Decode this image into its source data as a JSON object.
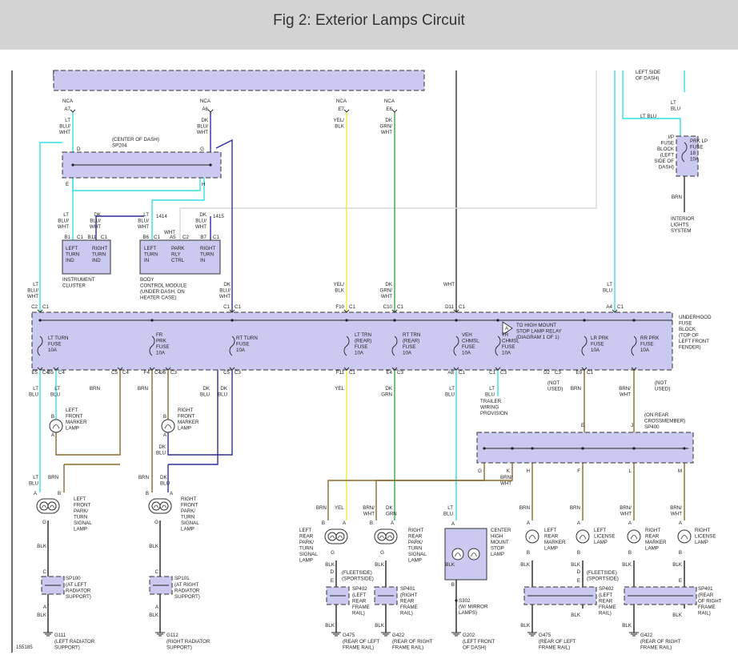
{
  "title": "Fig 2: Exterior Lamps Circuit",
  "colors": {
    "background": "#ffffff",
    "header_bg": "#d3d3d3",
    "component_fill": "#ccc9f0",
    "wire_lt_blu": "#33dfe3",
    "wire_dk_blu": "#2f2f9b",
    "wire_yel": "#eded3f",
    "wire_grn": "#3aa84a",
    "wire_brn": "#8a6a2d",
    "wire_wht": "#d8d8d8",
    "wire_blk": "#222222"
  },
  "figure_id": "155185",
  "top_connectors": [
    {
      "code": "NCA",
      "pin": "A7",
      "wire": [
        "LT",
        "BLU/",
        "WHT"
      ]
    },
    {
      "code": "NCA",
      "pin": "A6",
      "wire": [
        "DK",
        "BLU/",
        "WHT"
      ]
    },
    {
      "code": "NCA",
      "pin": "E7",
      "wire": [
        "YEL/",
        "BLK"
      ]
    },
    {
      "code": "NCA",
      "pin": "E6",
      "wire": [
        "DK",
        "GRN/",
        "WHT"
      ]
    }
  ],
  "splice_sp204": {
    "label": [
      "(CENTER OF DASH)",
      "SP204"
    ],
    "pins": [
      "D",
      "G",
      "E",
      "H"
    ]
  },
  "left_dash": {
    "label": [
      "LEFT SIDE",
      "OF DASH)"
    ],
    "wire": [
      "LT",
      "BLU"
    ],
    "wire2": "LT BLU"
  },
  "ip_fuse": {
    "label": [
      "I/P",
      "FUSE",
      "BLOCK",
      "(LEFT",
      "SIDE OF",
      "DASH)"
    ],
    "fuse": [
      "PRK LP",
      "FUSE",
      "18",
      "10A"
    ],
    "wire": "BRN",
    "dest": [
      "INTERIOR",
      "LIGHTS",
      "SYSTEM"
    ]
  },
  "instrument_cluster": {
    "wires": [
      [
        "LT",
        "BLU/",
        "WHT"
      ],
      [
        "DK",
        "BLU/",
        "WHT"
      ]
    ],
    "pins": [
      [
        "B1",
        "C1"
      ],
      [
        "B11",
        "C1"
      ]
    ],
    "items": [
      [
        "LEFT",
        "TURN",
        "IND"
      ],
      [
        "RIGHT",
        "TURN",
        "IND"
      ]
    ],
    "label": [
      "INSTRUMENT",
      "CLUSTER"
    ]
  },
  "bcm": {
    "wires": [
      [
        "LT",
        "BLU/",
        "WHT"
      ],
      [
        "WHT"
      ],
      [
        "DK",
        "BLU/",
        "WHT"
      ]
    ],
    "circuit_nums": [
      "1414",
      "1415"
    ],
    "pins": [
      [
        "B6",
        "C1"
      ],
      [
        "A5",
        "C2"
      ],
      [
        "B7",
        "C1"
      ]
    ],
    "items": [
      [
        "LEFT",
        "TURN",
        "IN"
      ],
      [
        "PARK",
        "RLY",
        "CTRL"
      ],
      [
        "RIGHT",
        "TURN",
        "IN"
      ]
    ],
    "label": [
      "BODY",
      "CONTROL MODULE",
      "(UNDER DASH, ON",
      "HEATER CASE)"
    ]
  },
  "mid_wires": [
    {
      "text": [
        "LT",
        "BLU/",
        "WHT"
      ]
    },
    {
      "text": [
        "DK",
        "BLU/",
        "WHT"
      ]
    },
    {
      "text": [
        "YEL/",
        "BLK"
      ]
    },
    {
      "text": [
        "DK",
        "GRN/",
        "WHT"
      ]
    },
    {
      "text": [
        "WHT"
      ]
    },
    {
      "text": [
        "LT",
        "BLU"
      ]
    }
  ],
  "ufb_top_pins": [
    [
      "C2",
      "C1"
    ],
    [
      "C1",
      "C1"
    ],
    [
      "F10",
      "C1"
    ],
    [
      "C10",
      "C1"
    ],
    [
      "D11",
      "C1"
    ],
    [
      "A4",
      "C1"
    ]
  ],
  "ufb": {
    "label": [
      "UNDERHOOD",
      "FUSE",
      "BLOCK",
      "(TOP OF",
      "LEFT FRONT",
      "FENDER)"
    ],
    "fuses": [
      [
        "LT TURN",
        "FUSE",
        "10A"
      ],
      [
        "FR",
        "PRK",
        "FUSE",
        "10A"
      ],
      [
        "RT TURN",
        "FUSE",
        "10A"
      ],
      [
        "LT TRN",
        "(REAR)",
        "FUSE",
        "10A"
      ],
      [
        "RT TRN",
        "(REAR)",
        "FUSE",
        "10A"
      ],
      [
        "VEH",
        "CHMSL",
        "FUSE",
        "10A"
      ],
      [
        "TR",
        "CHMSL",
        "FUSE",
        "10A"
      ],
      [
        "LR PRK",
        "FUSE",
        "10A"
      ],
      [
        "RR PRK",
        "FUSE",
        "10A"
      ]
    ],
    "relay_note": [
      "TO HIGH MOUNT",
      "STOP LAMP RELAY",
      "(DIAGRAM 1 OF 1)"
    ],
    "relay_sym": "A"
  },
  "ufb_bottom_pins": [
    [
      "E5",
      "C4"
    ],
    [
      "B5",
      "C4"
    ],
    [
      "C5",
      "C4"
    ],
    [
      "F4",
      "C4"
    ],
    [
      "D6",
      "C3"
    ],
    [
      "C5",
      "C3"
    ],
    [
      "F11",
      "C1"
    ],
    [
      "E4",
      "C3"
    ],
    [
      "A8",
      "C1"
    ],
    [
      "C1",
      "C3"
    ],
    [
      "D2",
      "C3"
    ],
    [
      "E9",
      "C1"
    ]
  ],
  "bottom_wires": [
    [
      "LT",
      "BLU"
    ],
    [
      "LT",
      "BLU"
    ],
    [
      "BRN"
    ],
    [
      "BRN"
    ],
    [
      "DK",
      "BLU"
    ],
    [
      "DK",
      "BLU"
    ],
    [
      "YEL"
    ],
    [
      "DK",
      "GRN"
    ],
    [
      "LT",
      "BLU"
    ],
    [
      "LT",
      "BLU"
    ],
    [
      "BRN"
    ],
    [
      "BRN/",
      "WHT"
    ]
  ],
  "not_used": [
    [
      "(NOT",
      "USED)"
    ],
    [
      "(NOT",
      "USED)"
    ]
  ],
  "trailer": [
    "TRAILER",
    "WIRING",
    "PROVISION"
  ],
  "marker_lamps": [
    {
      "label": [
        "LEFT",
        "FRONT",
        "MARKER",
        "LAMP"
      ],
      "pins": [
        "B",
        "A"
      ]
    },
    {
      "label": [
        "RIGHT",
        "FRONT",
        "MARKER",
        "LAMP"
      ],
      "pins": [
        "B",
        "A"
      ]
    }
  ],
  "dk_blu_label": [
    "DK",
    "BLU"
  ],
  "front_park": [
    {
      "wires": [
        [
          "LT",
          "BLU"
        ],
        [
          "BRN"
        ]
      ],
      "pins": [
        "A",
        "B",
        "G"
      ],
      "label": [
        "LEFT",
        "FRONT",
        "PARK/",
        "TURN",
        "SIGNAL",
        "LAMP"
      ]
    },
    {
      "wires": [
        [
          "BRN"
        ],
        [
          "DK",
          "BLU"
        ]
      ],
      "pins": [
        "B",
        "A",
        "G"
      ],
      "label": [
        "RIGHT",
        "FRONT",
        "PARK/",
        "TURN",
        "SIGNAL",
        "LAMP"
      ]
    }
  ],
  "sp400": {
    "label": [
      "(ON REAR",
      "CROSSMEMBER)",
      "SP400"
    ],
    "pins_top": [
      "E",
      "J"
    ],
    "pins_bottom": [
      "G",
      "K",
      "H",
      "F",
      "L",
      "M"
    ],
    "wire": [
      "BRN/",
      "WHT"
    ]
  },
  "rear_lamps": [
    {
      "wires": [
        [
          "BRN"
        ],
        [
          "YEL"
        ]
      ],
      "pins": [
        "B",
        "A",
        "G"
      ],
      "label": [
        "LEFT",
        "REAR",
        "PARK/",
        "TURN",
        "SIGNAL",
        "LAMP"
      ]
    },
    {
      "wires": [
        [
          "BRN/",
          "WHT"
        ],
        [
          "DK",
          "GRN"
        ]
      ],
      "pins": [
        "B",
        "A",
        "G"
      ],
      "label": [
        "RIGHT",
        "REAR",
        "PARK/",
        "TURN",
        "SIGNAL",
        "LAMP"
      ]
    },
    {
      "wires": [
        [
          "LT",
          "BLU"
        ]
      ],
      "pins": [
        "A",
        "B"
      ],
      "label": [
        "CENTER",
        "HIGH",
        "MOUNT",
        "STOP",
        "LAMP"
      ]
    },
    {
      "wires": [
        [
          "BRN"
        ]
      ],
      "pins": [
        "A",
        "B"
      ],
      "label": [
        "LEFT",
        "REAR",
        "MARKER",
        "LAMP"
      ]
    },
    {
      "wires": [
        [
          "BRN"
        ]
      ],
      "pins": [
        "A",
        "B"
      ],
      "label": [
        "LEFT",
        "LICENSE",
        "LAMP"
      ]
    },
    {
      "wires": [
        [
          "BRN/",
          "WHT"
        ]
      ],
      "pins": [
        "A",
        "B"
      ],
      "label": [
        "RIGHT",
        "REAR",
        "MARKER",
        "LAMP"
      ]
    },
    {
      "wires": [
        [
          "BRN/",
          "WHT"
        ]
      ],
      "pins": [
        "A",
        "B"
      ],
      "label": [
        "RIGHT",
        "LICENSE",
        "LAMP"
      ]
    }
  ],
  "fleetside": [
    "(FLEETSIDE)",
    "(SPORTSIDE)"
  ],
  "blk": "BLK",
  "pin_d": "D",
  "pin_e": "E",
  "pin_c": "C",
  "pin_a": "A",
  "pin_b": "B",
  "splices": [
    {
      "id": "SP100",
      "label": [
        "(AT LEFT",
        "RADIATOR",
        "SUPPORT)"
      ]
    },
    {
      "id": "SP101",
      "label": [
        "(AT RIGHT",
        "RADIATOR",
        "SUPPORT)"
      ]
    },
    {
      "id": "SP402",
      "label": [
        "(LEFT",
        "REAR",
        "FRAME",
        "RAIL)"
      ]
    },
    {
      "id": "SP401",
      "label": [
        "(RIGHT",
        "REAR",
        "FRAME",
        "RAIL)"
      ]
    },
    {
      "id": "SP402",
      "label": [
        "(LEFT",
        "REAR",
        "FRAME",
        "RAIL)"
      ]
    },
    {
      "id": "SP401",
      "label": [
        "(REAR",
        "OF RIGHT",
        "FRAME",
        "RAIL)"
      ]
    }
  ],
  "s302": [
    "S302",
    "(W/ MIRROR",
    "LAMPS)"
  ],
  "grounds": [
    {
      "id": "G111",
      "label": [
        "(LEFT RADIATOR",
        "SUPPORT)"
      ]
    },
    {
      "id": "G112",
      "label": [
        "(RIGHT RADIATOR",
        "SUPPORT)"
      ]
    },
    {
      "id": "G475",
      "label": [
        "(REAR OF LEFT",
        "FRAME RAIL)"
      ]
    },
    {
      "id": "G422",
      "label": [
        "(REAR OF RIGHT",
        "FRAME RAIL)"
      ]
    },
    {
      "id": "G202",
      "label": [
        "(LEFT FRONT",
        "OF DASH)"
      ]
    },
    {
      "id": "G475",
      "label": [
        "(REAR OF LEFT",
        "FRAME RAIL)"
      ]
    },
    {
      "id": "G422",
      "label": [
        "(REAR OF RIGHT",
        "FRAME RAIL)"
      ]
    }
  ]
}
